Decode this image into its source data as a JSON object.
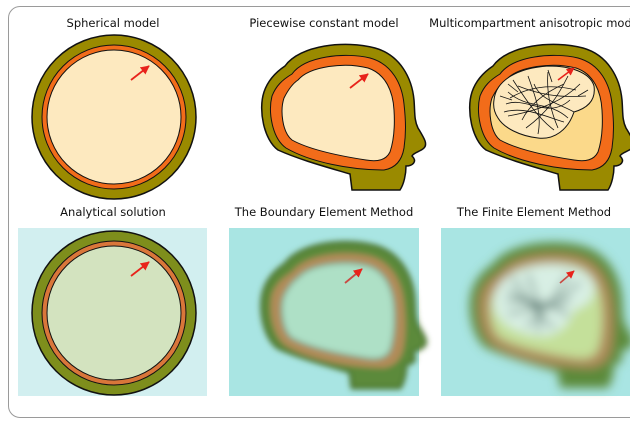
{
  "top_row": {
    "col1_title": "Spherical model",
    "col2_title": "Piecewise constant model",
    "col3_title": "Multicompartment anisotropic mode"
  },
  "bottom_row": {
    "col1_title": "Analytical solution",
    "col2_title": "The Boundary Element Method",
    "col3_title": "The Finite Element Method"
  },
  "colors": {
    "scalp": "#9a8a00",
    "skull": "#f26c1a",
    "brain": "#fde9bf",
    "csf": "#fbd98a",
    "dipole": "#e8231b",
    "panel_analytical_bg": "#d2eff0",
    "panel_numerical_bg": "#a9e5e3"
  }
}
